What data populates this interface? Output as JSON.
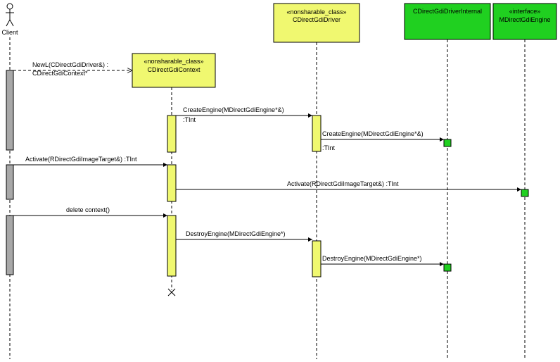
{
  "colors": {
    "class_box": "#f0f870",
    "internal_box": "#20d020",
    "client_activation": "#a8a8a8",
    "line": "#000000"
  },
  "actor": {
    "label": "Client",
    "icon": "stick-figure-icon"
  },
  "lifelines": {
    "context": {
      "stereotype": "«nonsharable_class»",
      "name": "CDirectGdiContext"
    },
    "driver": {
      "stereotype": "«nonsharable_class»",
      "name": "CDirectGdiDriver"
    },
    "internal": {
      "name": "CDirectGdiDriverInternal"
    },
    "engine": {
      "stereotype": "«interface»",
      "name": "MDirectGdiEngine"
    }
  },
  "messages": {
    "create": {
      "line1": "NewL(CDirectGdiDriver&) :",
      "line2": "CDirectGdiContext*"
    },
    "create_engine_1": {
      "label": "CreateEngine(MDirectGdiEngine*&)",
      "return": ":TInt"
    },
    "create_engine_2": {
      "label": "CreateEngine(MDirectGdiEngine*&)",
      "return": ":TInt"
    },
    "activate_1": {
      "label": "Activate(RDirectGdiImageTarget&) :TInt"
    },
    "activate_2": {
      "label": "Activate(RDirectGdiImageTarget&) :TInt"
    },
    "delete": {
      "label": "delete context()"
    },
    "destroy_engine_1": {
      "label": "DestroyEngine(MDirectGdiEngine*)"
    },
    "destroy_engine_2": {
      "label": "DestroyEngine(MDirectGdiEngine*)"
    }
  },
  "markers": {
    "destroy": "destroy-cross-icon"
  }
}
